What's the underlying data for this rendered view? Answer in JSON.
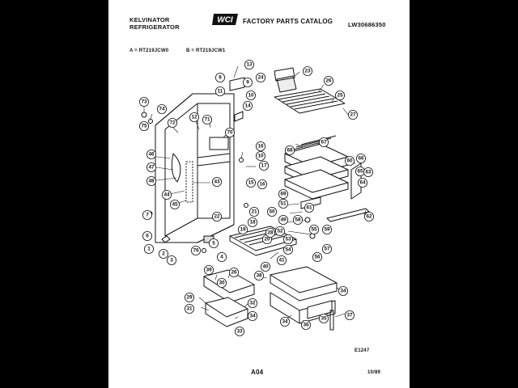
{
  "header": {
    "brand": "KELVINATOR",
    "product": "REFRIGERATOR",
    "catalog_title": "FACTORY PARTS CATALOG",
    "logo_text": "WCI",
    "doc_number": "LW30686350"
  },
  "models": {
    "a": "A = RT219JCW0",
    "b": "B = RT219JCW1"
  },
  "footer": {
    "code": "E1247",
    "page": "A04",
    "date": "10/89"
  },
  "callouts": [
    {
      "id": "73",
      "label": "73"
    },
    {
      "id": "74",
      "label": "74"
    },
    {
      "id": "75",
      "label": "75"
    },
    {
      "id": "72",
      "label": "72"
    },
    {
      "id": "12",
      "label": "12"
    },
    {
      "id": "71",
      "label": "71"
    },
    {
      "id": "70",
      "label": "70"
    },
    {
      "id": "13",
      "label": "13"
    },
    {
      "id": "8",
      "label": "8"
    },
    {
      "id": "9",
      "label": "9"
    },
    {
      "id": "24",
      "label": "24"
    },
    {
      "id": "23",
      "label": "23"
    },
    {
      "id": "11",
      "label": "11"
    },
    {
      "id": "10a",
      "label": "10"
    },
    {
      "id": "26",
      "label": "26"
    },
    {
      "id": "14",
      "label": "14"
    },
    {
      "id": "25",
      "label": "25"
    },
    {
      "id": "27",
      "label": "27"
    },
    {
      "id": "46",
      "label": "46"
    },
    {
      "id": "47",
      "label": "47"
    },
    {
      "id": "48",
      "label": "48"
    },
    {
      "id": "43",
      "label": "43"
    },
    {
      "id": "44",
      "label": "44"
    },
    {
      "id": "45",
      "label": "45"
    },
    {
      "id": "16a",
      "label": "16"
    },
    {
      "id": "10b",
      "label": "10"
    },
    {
      "id": "17",
      "label": "17"
    },
    {
      "id": "15",
      "label": "15"
    },
    {
      "id": "16b",
      "label": "16"
    },
    {
      "id": "68",
      "label": "68"
    },
    {
      "id": "67",
      "label": "67"
    },
    {
      "id": "66",
      "label": "66"
    },
    {
      "id": "60",
      "label": "60"
    },
    {
      "id": "65",
      "label": "65"
    },
    {
      "id": "63",
      "label": "63"
    },
    {
      "id": "64",
      "label": "64"
    },
    {
      "id": "69",
      "label": "69"
    },
    {
      "id": "62",
      "label": "62"
    },
    {
      "id": "21",
      "label": "21"
    },
    {
      "id": "18",
      "label": "18"
    },
    {
      "id": "22",
      "label": "22"
    },
    {
      "id": "50",
      "label": "50"
    },
    {
      "id": "51",
      "label": "51"
    },
    {
      "id": "61",
      "label": "61"
    },
    {
      "id": "49",
      "label": "49"
    },
    {
      "id": "58",
      "label": "58"
    },
    {
      "id": "7",
      "label": "7"
    },
    {
      "id": "6",
      "label": "6"
    },
    {
      "id": "1",
      "label": "1"
    },
    {
      "id": "2",
      "label": "2"
    },
    {
      "id": "3",
      "label": "3"
    },
    {
      "id": "5",
      "label": "5"
    },
    {
      "id": "76",
      "label": "76"
    },
    {
      "id": "4",
      "label": "4"
    },
    {
      "id": "19",
      "label": "19"
    },
    {
      "id": "20",
      "label": "20"
    },
    {
      "id": "28",
      "label": "28"
    },
    {
      "id": "52",
      "label": "52"
    },
    {
      "id": "53",
      "label": "53"
    },
    {
      "id": "54",
      "label": "54"
    },
    {
      "id": "55",
      "label": "55"
    },
    {
      "id": "56",
      "label": "56"
    },
    {
      "id": "57",
      "label": "57"
    },
    {
      "id": "59",
      "label": "59"
    },
    {
      "id": "40",
      "label": "40"
    },
    {
      "id": "41",
      "label": "41"
    },
    {
      "id": "39a",
      "label": "39"
    },
    {
      "id": "26b",
      "label": "26"
    },
    {
      "id": "30a",
      "label": "30"
    },
    {
      "id": "38",
      "label": "38"
    },
    {
      "id": "29",
      "label": "29"
    },
    {
      "id": "31",
      "label": "31"
    },
    {
      "id": "32",
      "label": "32"
    },
    {
      "id": "33",
      "label": "33"
    },
    {
      "id": "34a",
      "label": "34"
    },
    {
      "id": "34b",
      "label": "34"
    },
    {
      "id": "34c",
      "label": "34"
    },
    {
      "id": "36",
      "label": "36"
    },
    {
      "id": "35",
      "label": "35"
    },
    {
      "id": "37",
      "label": "37"
    }
  ]
}
